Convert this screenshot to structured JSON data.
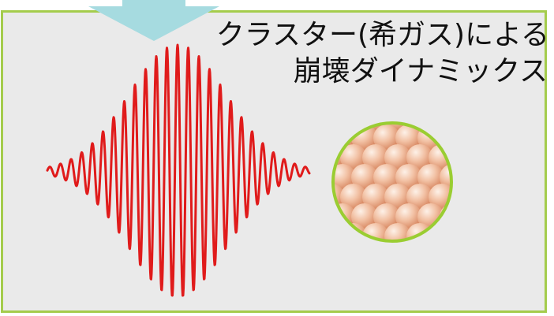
{
  "caption": {
    "line1": "クラスター(希ガス)による",
    "line2": "崩壊ダイナミックス"
  },
  "colors": {
    "panel_fill": "#eaeaea",
    "panel_border": "#a4cc4c",
    "arrow_fill": "#a6dbe0",
    "wave_stroke": "#e01b1b",
    "circle_border": "#9acd32",
    "sphere_light": "#fbe6d8",
    "sphere_dark": "#d7805a"
  },
  "icons": {
    "arrow": "down-arrow-icon",
    "wave": "laser-pulse-waveform",
    "cluster": "atom-cluster-icon"
  }
}
